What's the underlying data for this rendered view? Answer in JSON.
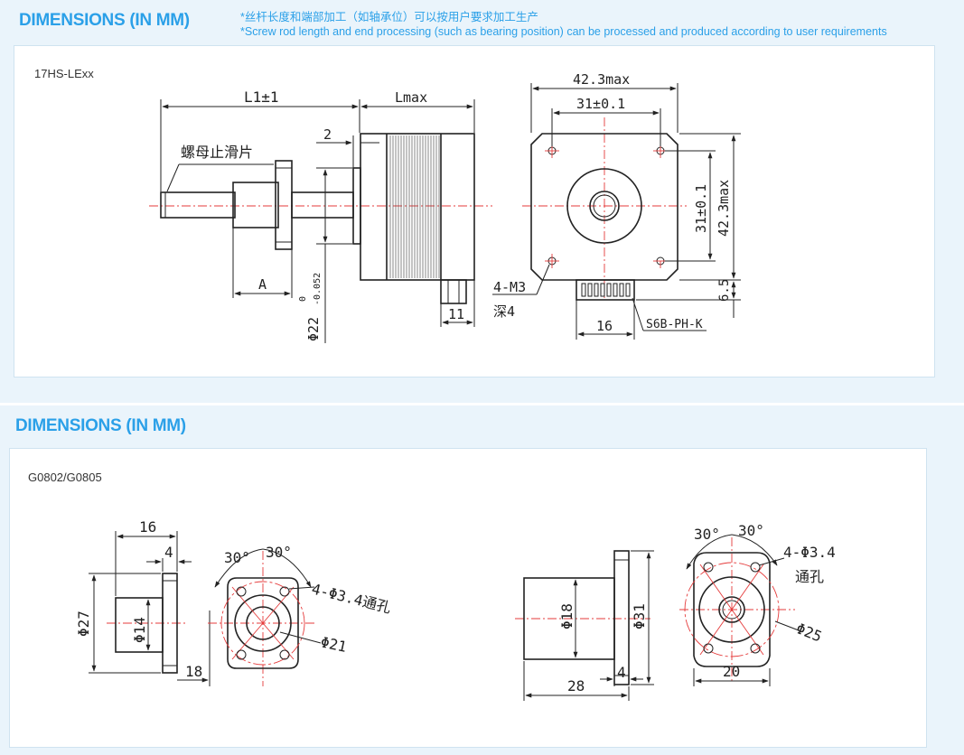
{
  "section1": {
    "heading": "DIMENSIONS (IN MM)",
    "note_cn": "*丝杆长度和端部加工（如轴承位）可以按用户要求加工生产",
    "note_en": "*Screw rod length and end processing (such as bearing position) can be processed and produced according to user requirements",
    "model": "17HS-LExx",
    "side_view": {
      "l1": "L1±1",
      "lmax": "Lmax",
      "dim_2": "2",
      "nut_label": "螺母止滑片",
      "dim_a": "A",
      "shaft_dia": "Φ22",
      "tol_upper": "0",
      "tol_lower": "-0.052",
      "dim_11": "11"
    },
    "front_view": {
      "w_max": "42.3max",
      "w_hole": "31±0.1",
      "h_hole": "31±0.1",
      "h_max": "42.3max",
      "screw": "4-M3",
      "depth": "深4",
      "dim_16": "16",
      "connector": "S6B-PH-K",
      "dim_65": "6.5"
    }
  },
  "section2": {
    "heading": "DIMENSIONS (IN MM)",
    "model": "G0802/G0805",
    "nut_a": {
      "d16": "16",
      "d4": "4",
      "d27": "Φ27",
      "d14": "Φ14",
      "d18": "18",
      "ang1": "30°",
      "ang2": "30°",
      "holes": "4-Φ3.4通孔",
      "d21": "Φ21"
    },
    "nut_b": {
      "d18": "Φ18",
      "d31": "Φ31",
      "d28": "28",
      "d4": "4",
      "ang1": "30°",
      "ang2": "30°",
      "holes": "4-Φ3.4",
      "thru": "通孔",
      "d25": "Φ25",
      "d20": "20"
    }
  }
}
